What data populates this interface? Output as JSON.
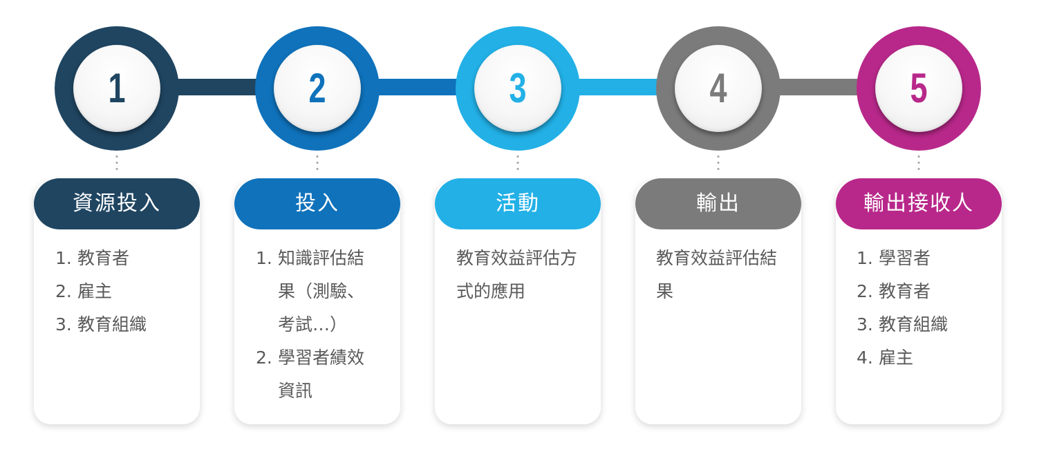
{
  "colors": {
    "step1": "#1f4561",
    "step2": "#0f72bb",
    "step3": "#22b0e6",
    "step4": "#7b7b7b",
    "step5": "#b8288a",
    "body_text": "#595959"
  },
  "steps": [
    {
      "number": "1",
      "title": "資源投入",
      "items": [
        {
          "num": "1.",
          "text": "教育者"
        },
        {
          "num": "2.",
          "text": "雇主"
        },
        {
          "num": "3.",
          "text": "教育組織"
        }
      ]
    },
    {
      "number": "2",
      "title": "投入",
      "items": [
        {
          "num": "1.",
          "text": "知識評估結果（測驗、考試…）"
        },
        {
          "num": "2.",
          "text": "學習者績效資訊"
        }
      ]
    },
    {
      "number": "3",
      "title": "活動",
      "description": "教育效益評估方式的應用"
    },
    {
      "number": "4",
      "title": "輸出",
      "description": "教育效益評估結果"
    },
    {
      "number": "5",
      "title": "輸出接收人",
      "items": [
        {
          "num": "1.",
          "text": "學習者"
        },
        {
          "num": "2.",
          "text": "教育者"
        },
        {
          "num": "3.",
          "text": "教育組織"
        },
        {
          "num": "4.",
          "text": "雇主"
        }
      ]
    }
  ]
}
